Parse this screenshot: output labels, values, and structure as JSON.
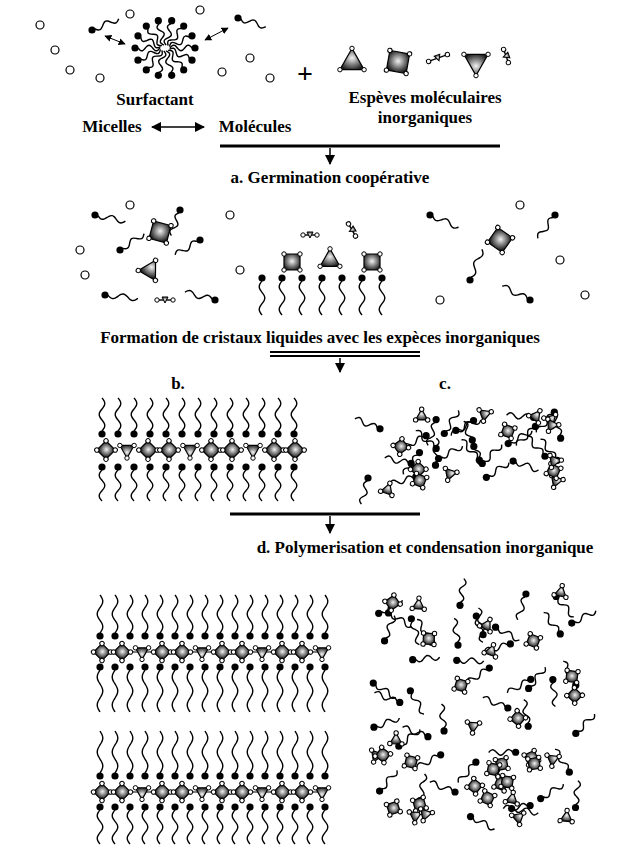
{
  "diagram": {
    "labels": [
      "Surfactant",
      "Espèves moléculaires inorganiques",
      "Micelles",
      "Molécules",
      "+",
      "a. Germination coopérative",
      "Formation de cristaux liquides avec les expèces inorganiques",
      "b.",
      "c.",
      "d. Polymerisation et condensation inorganique"
    ]
  }
}
